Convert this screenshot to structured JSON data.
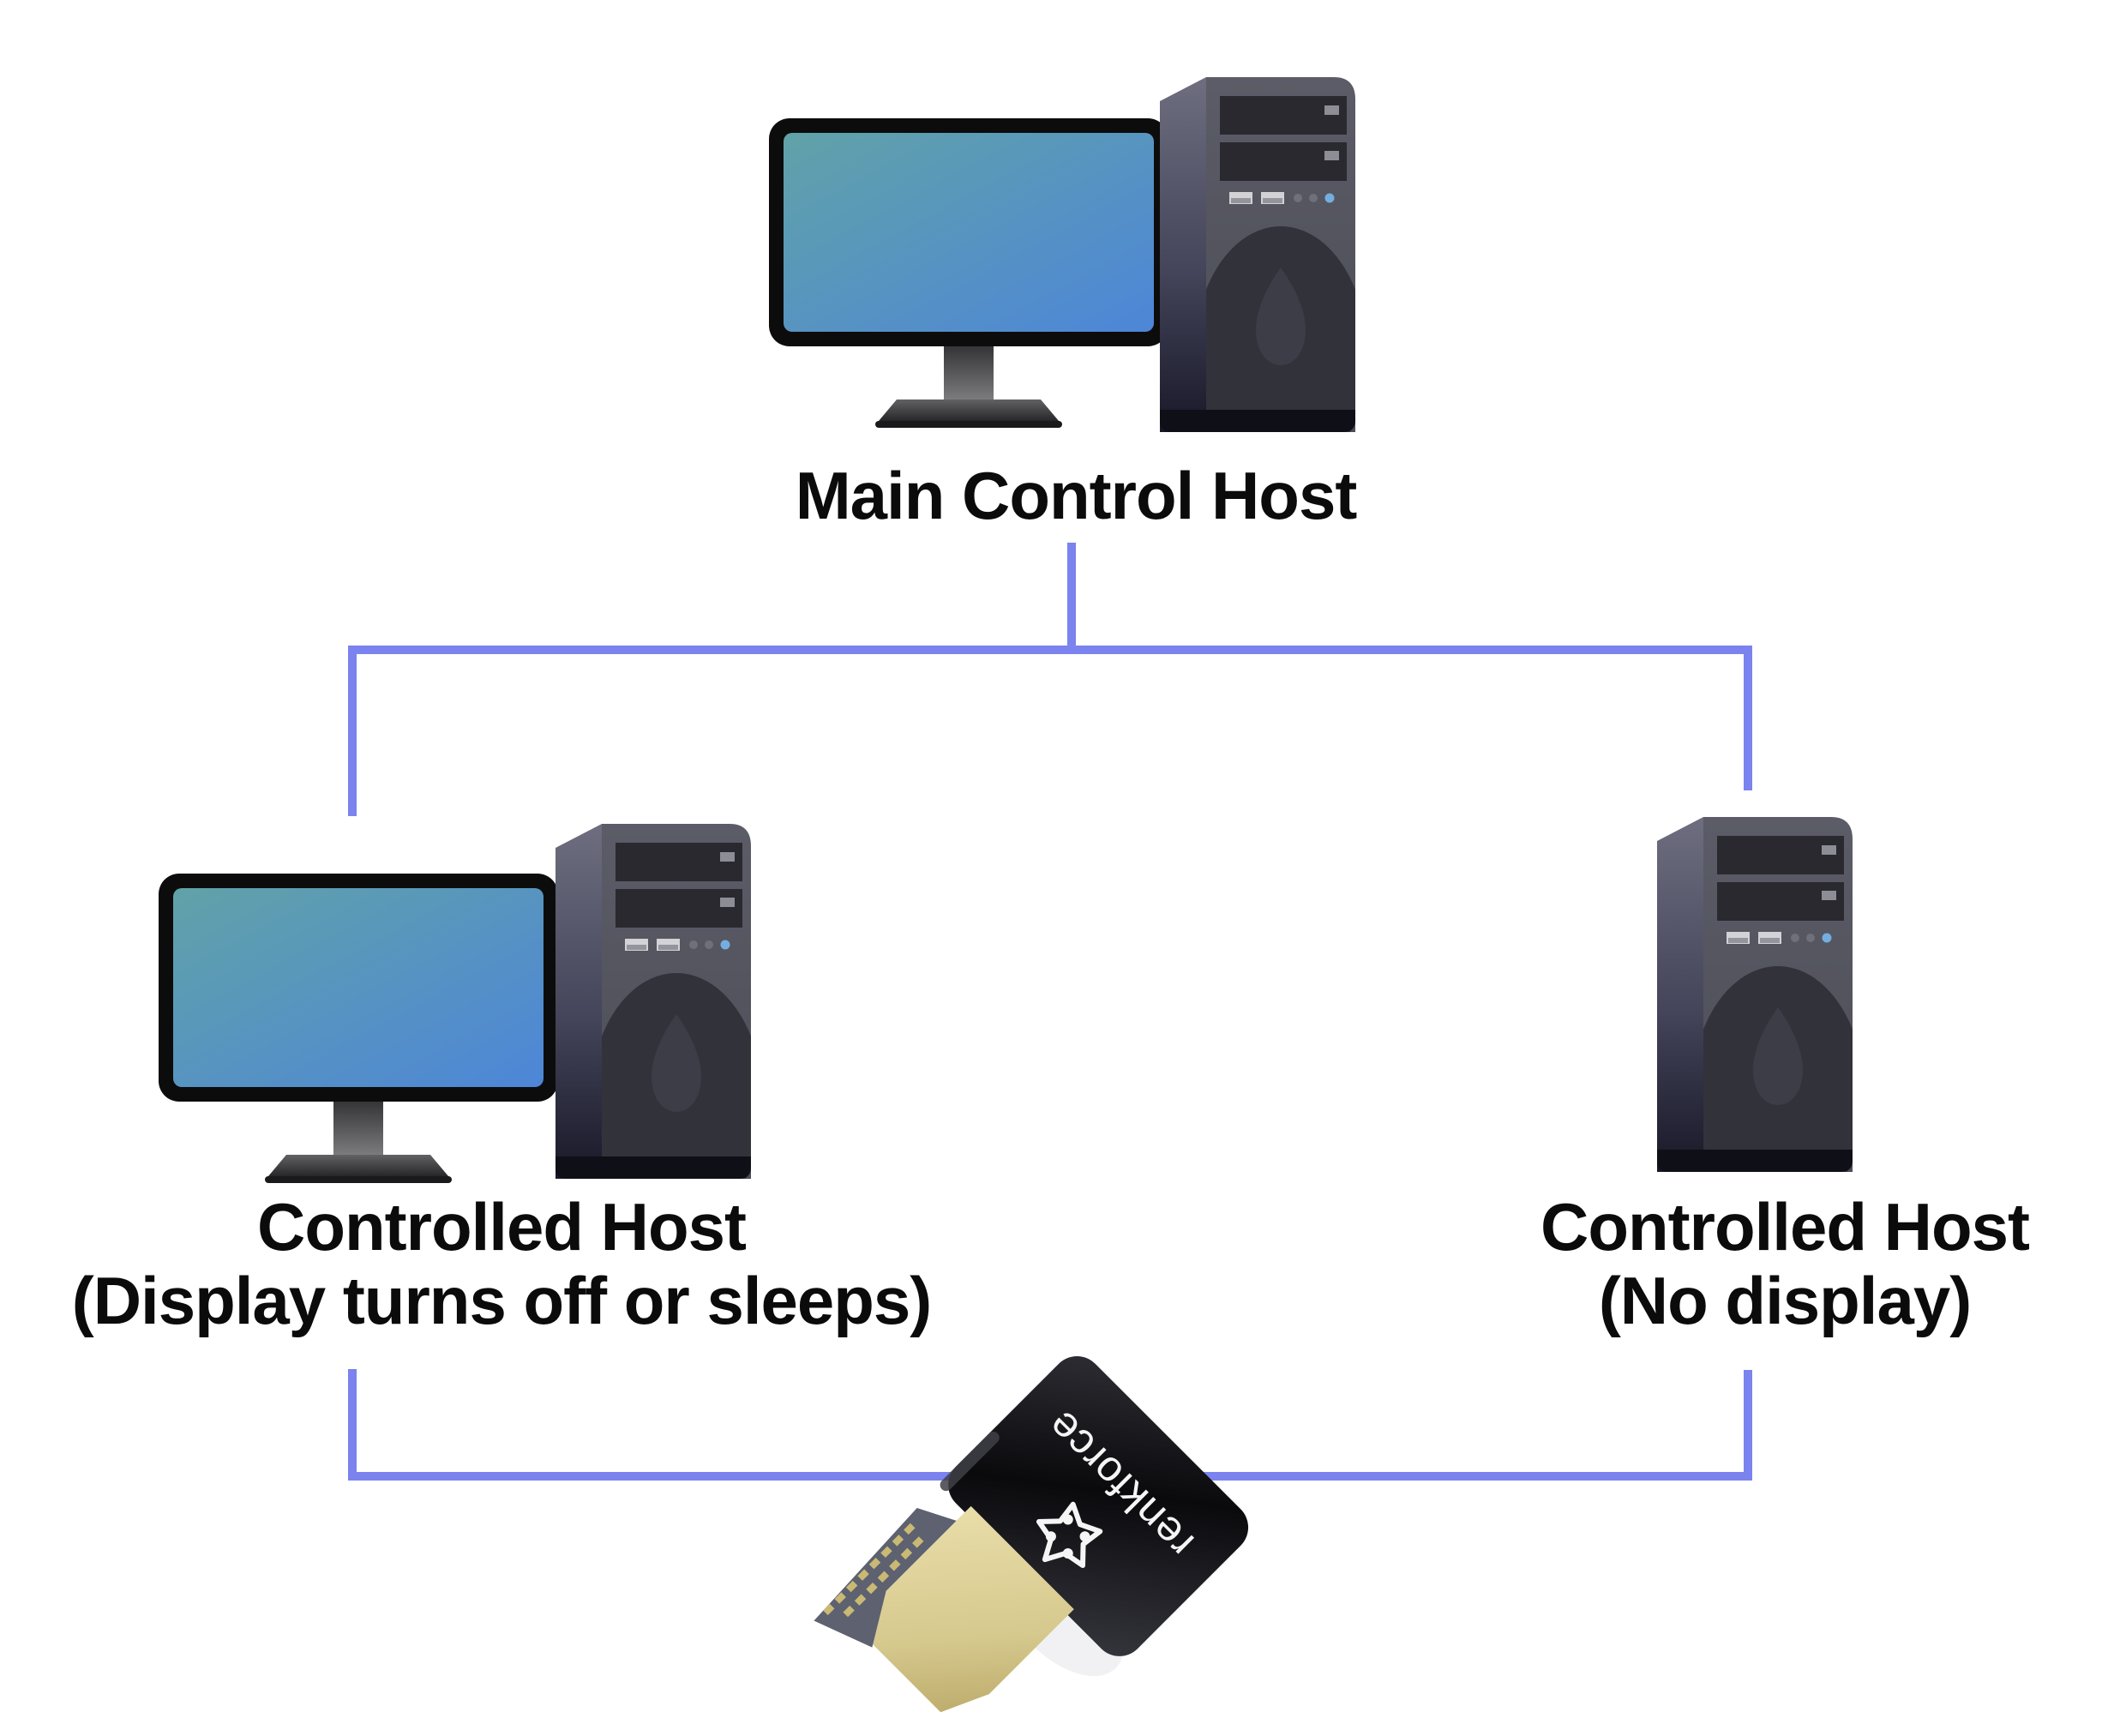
{
  "nodes": {
    "main": {
      "label": "Main Control Host",
      "icon": "desktop-computer-icon"
    },
    "controlled_left": {
      "label_line1": "Controlled Host",
      "label_line2": "(Display turns off or sleeps)",
      "icon": "desktop-computer-icon"
    },
    "controlled_right": {
      "label_line1": "Controlled Host",
      "label_line2": "(No display)",
      "icon": "tower-pc-icon"
    }
  },
  "device": {
    "brand": "renkforce",
    "icon": "hdmi-dummy-plug-icon",
    "logo_icon": "renkforce-star-logo-icon"
  },
  "colors": {
    "background": "#ffffff",
    "connection_line": "#7a83ee",
    "label_text": "#0b0b0b",
    "screen_gradient_start": "#61a2a8",
    "screen_gradient_end": "#4d86d8",
    "monitor_frame": "#0c0c0c",
    "tower_front": "#54555f",
    "tower_side_top": "#6e6e80",
    "tower_side_bottom": "#181828",
    "drive_bay": "#29292f",
    "power_led_blue": "#74aede",
    "plug_body_black": "#121215",
    "hdmi_gold": "#d6c98e",
    "pin_face_grey": "#5d6170",
    "brand_text_white": "#f5f5f5"
  }
}
